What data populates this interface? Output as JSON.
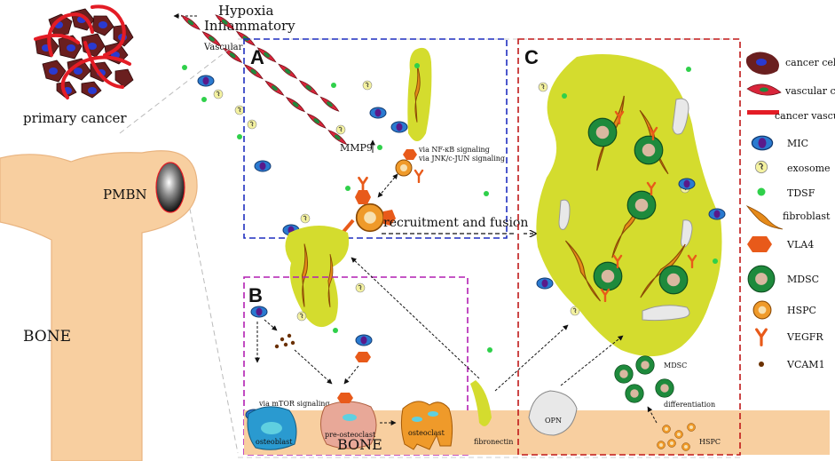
{
  "labels": {
    "hypoxia": "Hypoxia",
    "inflammatory": "Inflammatory",
    "vascular": "Vascular",
    "primary_cancer": "primary cancer",
    "pmbn": "PMBN",
    "bone_left": "BONE",
    "bone_b": "BONE",
    "mmp9": "MMP9",
    "nfkb": "via NF-κB signaling",
    "jnk": "via  JNK/c-JUN signaling",
    "recruit": "recruitment and fusion",
    "mtor": "via mTOR signaling",
    "osteoblast": "osteoblast",
    "preosteoclast": "pre-osteoclast",
    "osteoclast": "osteoclast",
    "fibronectin": "fibronectin",
    "opn": "OPN",
    "mdsc": "MDSC",
    "differentiation": "differentiation",
    "hspc": "HSPC"
  },
  "panels": {
    "a": "A",
    "b": "B",
    "c": "C"
  },
  "legend": [
    {
      "icon": "cancer-cell-icon",
      "label": "cancer cell"
    },
    {
      "icon": "vascular-cell-icon",
      "label": "vascular cell"
    },
    {
      "icon": "cancer-vascular-icon",
      "label": "cancer vascular"
    },
    {
      "icon": "mic-icon",
      "label": "MIC"
    },
    {
      "icon": "exosome-icon",
      "label": "exosome"
    },
    {
      "icon": "tdsf-icon",
      "label": "TDSF"
    },
    {
      "icon": "fibroblast-icon",
      "label": "fibroblast"
    },
    {
      "icon": "vla4-icon",
      "label": "VLA4"
    },
    {
      "icon": "mdsc-icon",
      "label": "MDSC"
    },
    {
      "icon": "hspc-icon",
      "label": "HSPC"
    },
    {
      "icon": "vegfr-icon",
      "label": "VEGFR"
    },
    {
      "icon": "vcam1-icon",
      "label": "VCAM1"
    }
  ],
  "colors": {
    "panel_a_border": "#1f2fbf",
    "panel_b_border": "#b21fb2",
    "panel_c_border": "#c01818",
    "bone": "#f8cfa0",
    "niche": "#d4dc2e",
    "fibroblast": "#e58a1a",
    "mdsc": "#1e8a3c",
    "mic": "#2a7ad0",
    "vessel": "#e31c25"
  }
}
